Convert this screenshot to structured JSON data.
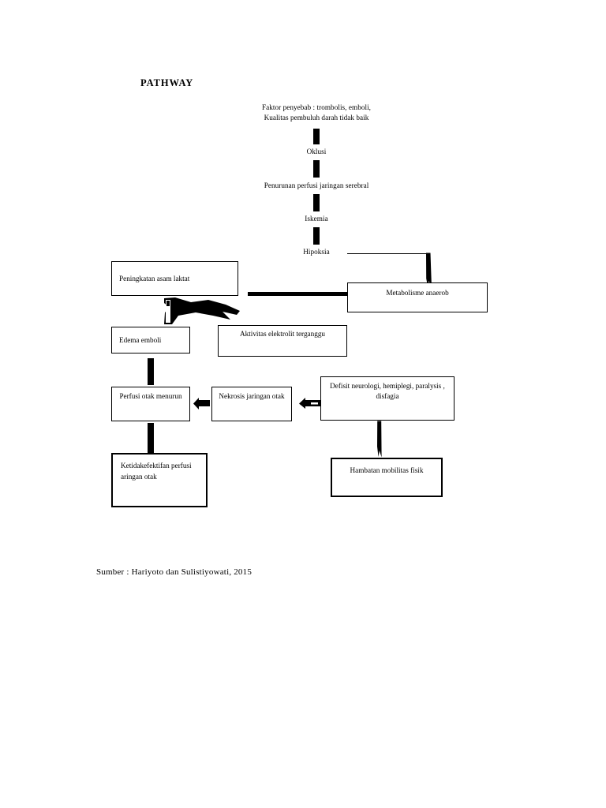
{
  "document": {
    "title": "PATHWAY",
    "source_note": "Sumber : Hariyoto dan Sulistiyowati, 2015"
  },
  "chart_data": {
    "type": "diagram",
    "diagram_kind": "flowchart",
    "title": "PATHWAY",
    "caption": "Sumber : Hariyoto dan Sulistiyowati, 2015",
    "nodes": [
      {
        "id": "n1",
        "label": "Faktor penyebab : trombolis, emboli,\nKualitas pembuluh darah tidak baik",
        "style": "text"
      },
      {
        "id": "n2",
        "label": "Oklusi",
        "style": "text"
      },
      {
        "id": "n3",
        "label": "Penurunan perfusi jaringan serebral",
        "style": "text"
      },
      {
        "id": "n4",
        "label": "Iskemia",
        "style": "text"
      },
      {
        "id": "n5",
        "label": "Hipoksia",
        "style": "text"
      },
      {
        "id": "n6",
        "label": "Metabolisme anaerob",
        "style": "box"
      },
      {
        "id": "n7",
        "label": "Peningkatan asam laktat",
        "style": "box"
      },
      {
        "id": "n8",
        "label": "Edema emboli",
        "style": "box"
      },
      {
        "id": "n9",
        "label": "Aktivitas elektrolit terganggu",
        "style": "box"
      },
      {
        "id": "n10",
        "label": "Perfusi otak menurun",
        "style": "box"
      },
      {
        "id": "n11",
        "label": "Nekrosis jaringan otak",
        "style": "box"
      },
      {
        "id": "n12",
        "label": "Defisit neurologi, hemiplegi, paralysis , disfagia",
        "style": "box"
      },
      {
        "id": "n13",
        "label": "Ketidakefektifan perfusi aringan otak",
        "style": "box-thick"
      },
      {
        "id": "n14",
        "label": "Hambatan mobilitas fisik",
        "style": "box-thick"
      }
    ],
    "edges": [
      {
        "from": "n1",
        "to": "n2",
        "kind": "down"
      },
      {
        "from": "n2",
        "to": "n3",
        "kind": "down"
      },
      {
        "from": "n3",
        "to": "n4",
        "kind": "down"
      },
      {
        "from": "n4",
        "to": "n5",
        "kind": "down"
      },
      {
        "from": "n5",
        "to": "n6",
        "kind": "right-then-down"
      },
      {
        "from": "n6",
        "to": "n7",
        "kind": "left"
      },
      {
        "from": "n7",
        "to": "n8",
        "kind": "down"
      },
      {
        "from": "n7",
        "to": "n9",
        "kind": "down-right"
      },
      {
        "from": "n8",
        "to": "n10",
        "kind": "down"
      },
      {
        "from": "n11",
        "to": "n10",
        "kind": "left"
      },
      {
        "from": "n12",
        "to": "n11",
        "kind": "left"
      },
      {
        "from": "n10",
        "to": "n13",
        "kind": "down"
      },
      {
        "from": "n12",
        "to": "n14",
        "kind": "down"
      }
    ]
  },
  "flow": {
    "factors": "Faktor penyebab : trombolis, emboli,\nKualitas pembuluh darah tidak baik",
    "oklusi": "Oklusi",
    "penurunan": "Penurunan perfusi jaringan serebral",
    "iskemia": "Iskemia",
    "hipoksia": "Hipoksia",
    "metabolisme_anaerob": "Metabolisme anaerob",
    "peningkatan_asam_laktat": "Peningkatan asam laktat",
    "edema_emboli": "Edema emboli",
    "aktivitas_elektrolit": "Aktivitas elektrolit\nterganggu",
    "perfusi_otak_menurun": "Perfusi otak\nmenurun",
    "nekrosis": "Nekrosis\njaringan otak",
    "defisit_neurologi": "Defisit neurologi,\nhemiplegi, paralysis ,\ndisfagia",
    "ketidakefektifan": "Ketidakefektifan perfusi aringan otak",
    "hambatan_mobilitas": "Hambatan mobilitas\nfisik"
  },
  "colors": {
    "ink": "#000000",
    "paper": "#ffffff"
  }
}
